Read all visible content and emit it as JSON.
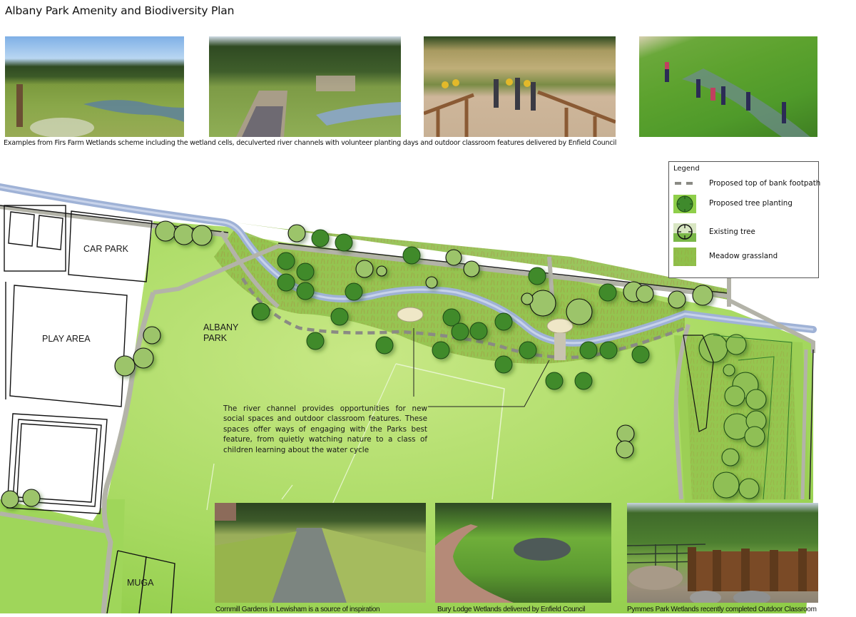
{
  "title": "Albany Park Amenity and Biodiversity Plan",
  "top_photos": {
    "caption": "Examples from Firs Farm Wetlands scheme including the wetland cells, deculverted river channels with volunteer planting days and outdoor classroom features  delivered by Enfield Council",
    "items": [
      {
        "subject": "wetland-cells-meadow"
      },
      {
        "subject": "boardwalk-bridge"
      },
      {
        "subject": "school-group-on-bridge"
      },
      {
        "subject": "volunteer-planting-river-channel"
      }
    ]
  },
  "map": {
    "labels": {
      "car_park": "CAR PARK",
      "play_area": "PLAY AREA",
      "albany_park_1": "ALBANY",
      "albany_park_2": "PARK",
      "muga": "MUGA"
    },
    "callout": "The river channel provides opportunities for new social spaces and outdoor classroom features. These spaces offer ways of engaging with the Parks best feature, from quietly watching nature to a class of children learning about the water cycle",
    "colors": {
      "grass": "#9fd65a",
      "grass_light": "#c3e67f",
      "river": "#a9b9d6",
      "path": "#b3b3a8",
      "proposed_tree": "#3f8a2c",
      "existing_tree": "#9cc46a",
      "meadow": "#8fb84a",
      "footpath_dash": "#8a8a84"
    }
  },
  "legend": {
    "title": "Legend",
    "items": [
      {
        "label": "Proposed top of bank footpath",
        "icon": "dashed-line-icon"
      },
      {
        "label": "Proposed tree planting",
        "icon": "proposed-tree-icon"
      },
      {
        "label": "Existing tree",
        "icon": "existing-tree-icon"
      },
      {
        "label": "Meadow grassland",
        "icon": "meadow-swatch-icon"
      }
    ]
  },
  "bottom_photos": [
    {
      "caption": "Cornmill Gardens in Lewisham is a source of inspiration"
    },
    {
      "caption": "Bury Lodge Wetlands delivered by Enfield Council"
    },
    {
      "caption": "Pymmes Park Wetlands recently completed Outdoor Classroom"
    }
  ]
}
